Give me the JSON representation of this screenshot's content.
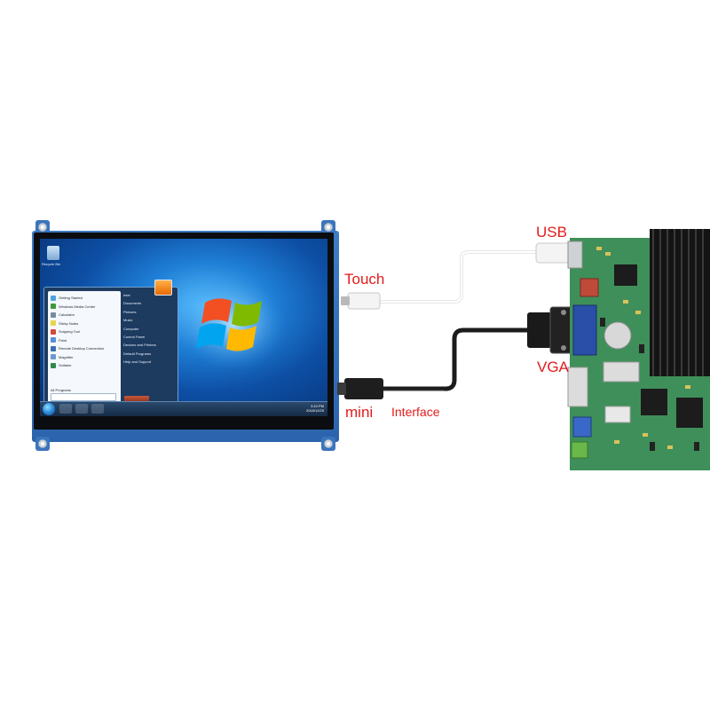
{
  "labels": {
    "touch": "Touch",
    "usb": "USB",
    "vga": "VGA",
    "mini": "mini",
    "interface": "Interface"
  },
  "desktop": {
    "recycle_bin": "Recycle Bin",
    "start_menu_left": [
      "Getting Started",
      "Windows Media Center",
      "Calculator",
      "Sticky Notes",
      "Snipping Tool",
      "Paint",
      "Remote Desktop Connection",
      "Magnifier",
      "Solitaire"
    ],
    "all_programs": "All Programs",
    "start_menu_right": [
      "Intel",
      "Documents",
      "Pictures",
      "Music",
      "Computer",
      "Control Panel",
      "Devices and Printers",
      "Default Programs",
      "Help and Support"
    ],
    "clock_time": "3:10 PM",
    "clock_date": "2018/12/25"
  },
  "colors": {
    "label_red": "#e21b1b",
    "board_green": "#3f8f5a",
    "panel_blue": "#3470b8"
  }
}
